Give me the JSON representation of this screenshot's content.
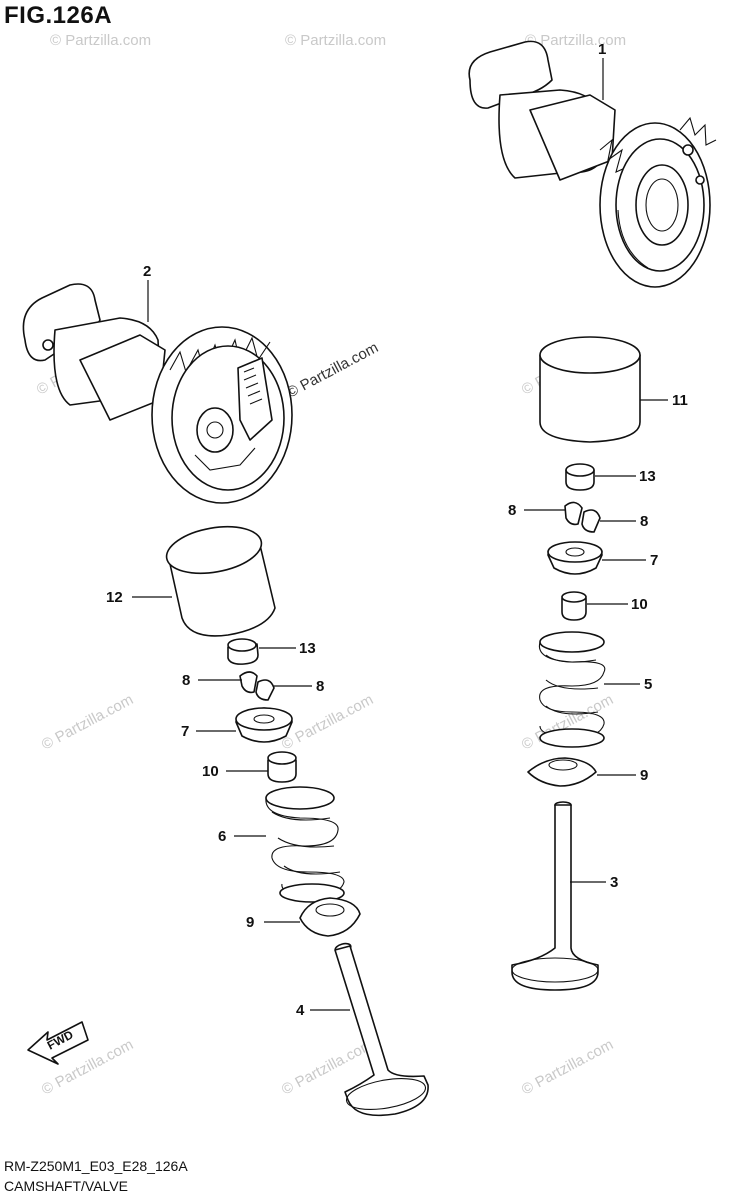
{
  "figure": {
    "title": "FIG.126A",
    "code": "RM-Z250M1_E03_E28_126A",
    "name": "CAMSHAFT/VALVE"
  },
  "watermark": {
    "text": "© Partzilla.com"
  },
  "callouts": [
    {
      "id": "1"
    },
    {
      "id": "2"
    },
    {
      "id": "11"
    },
    {
      "id": "13a",
      "text": "13"
    },
    {
      "id": "8a",
      "text": "8"
    },
    {
      "id": "8b",
      "text": "8"
    },
    {
      "id": "7a",
      "text": "7"
    },
    {
      "id": "10a",
      "text": "10"
    },
    {
      "id": "5"
    },
    {
      "id": "9a",
      "text": "9"
    },
    {
      "id": "3"
    },
    {
      "id": "12"
    },
    {
      "id": "13b",
      "text": "13"
    },
    {
      "id": "8c",
      "text": "8"
    },
    {
      "id": "8d",
      "text": "8"
    },
    {
      "id": "7b",
      "text": "7"
    },
    {
      "id": "10b",
      "text": "10"
    },
    {
      "id": "6"
    },
    {
      "id": "9b",
      "text": "9"
    },
    {
      "id": "4"
    }
  ],
  "labels": {
    "c1": "1",
    "c2": "2",
    "c3": "3",
    "c4": "4",
    "c5": "5",
    "c6": "6",
    "c7a": "7",
    "c7b": "7",
    "c8a": "8",
    "c8b": "8",
    "c8c": "8",
    "c8d": "8",
    "c9a": "9",
    "c9b": "9",
    "c10a": "10",
    "c10b": "10",
    "c11": "11",
    "c12": "12",
    "c13a": "13",
    "c13b": "13"
  },
  "fwd": "FWD"
}
